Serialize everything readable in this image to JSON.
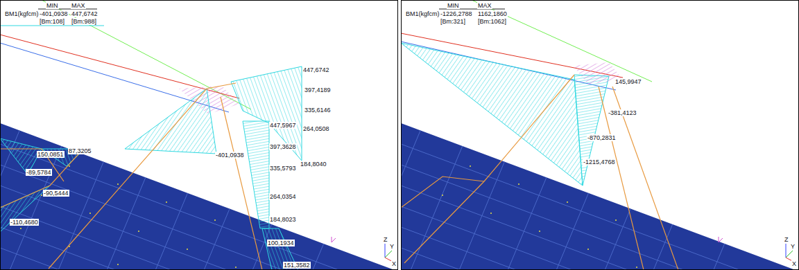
{
  "diagram": {
    "labels": [
      "MIN",
      "MAX",
      "BM1(kgfcm)",
      "-401,0938",
      "447,6742",
      "[Bm:108]",
      "[Bm:988]",
      "447,6742",
      "397,4189",
      "335,6146",
      "264,0508",
      "184,8040",
      "447,5967",
      "397,3628",
      "335,5793",
      "264,0354",
      "184,8023",
      "100,1934",
      "151,3582",
      "-401,0938",
      "150,0851",
      "87,3205",
      "-89,5784",
      "-90,5444",
      "-110,4680",
      "Z",
      "Y",
      "X",
      "MIN",
      "MAX",
      "BM1(kgfcm)",
      "-1226,2788",
      "1162,1860",
      "[Bm:321]",
      "[Bm:1062]",
      "145,9947",
      "-381,4123",
      "-870,2831",
      "-1215,4768",
      "Z",
      "Y",
      "X"
    ]
  }
}
